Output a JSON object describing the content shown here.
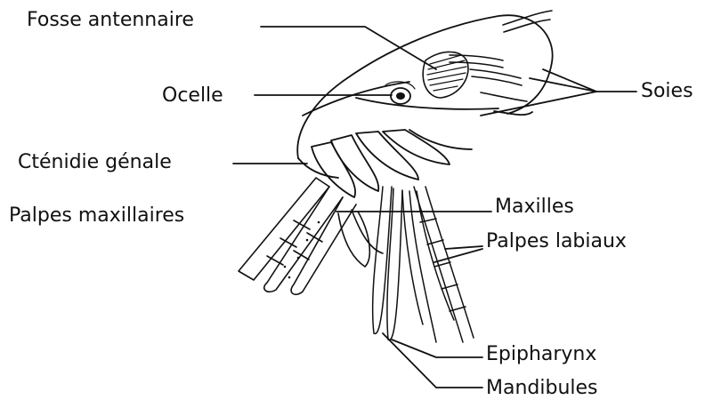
{
  "labels": {
    "fosse_antennaire": "Fosse antennaire",
    "ocelle": "Ocelle",
    "ctenidie_genale": "Cténidie génale",
    "palpes_maxillaires": "Palpes maxillaires",
    "soies": "Soies",
    "maxilles": "Maxilles",
    "palpes_labiaux": "Palpes labiaux",
    "epipharynx": "Epipharynx",
    "mandibules": "Mandibules"
  },
  "colors": {
    "ink": "#111111",
    "background": "#ffffff"
  }
}
